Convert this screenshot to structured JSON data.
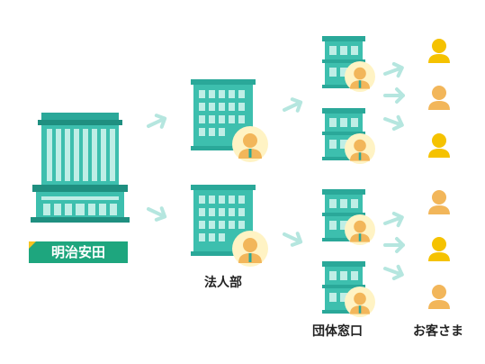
{
  "labels": {
    "company": "明治安田",
    "corporate_dept": "法人部",
    "group_counter": "団体窓口",
    "customers": "お客さま"
  },
  "colors": {
    "building_teal": "#3dbfae",
    "building_dark": "#1f8f80",
    "window_light": "#bfeee6",
    "label_green": "#1ea67e",
    "accent_yellow": "#f6c321",
    "person_yellow": "#f5c200",
    "person_orange": "#f2b65a",
    "arrow_teal": "#b5e6df"
  }
}
